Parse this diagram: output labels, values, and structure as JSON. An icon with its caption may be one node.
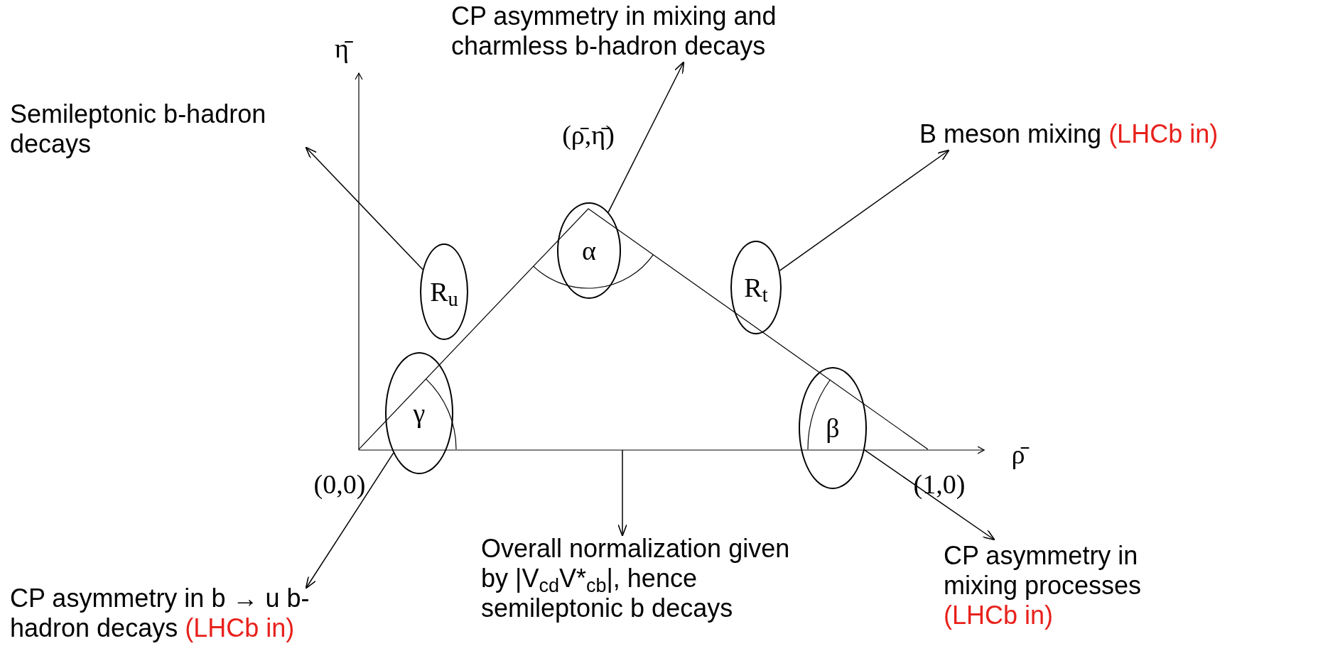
{
  "diagram": {
    "nodes": [
      {
        "text": [
          "CP asymmetry in mixing and charmless b-hadron decays"
        ]
      },
      {
        "text": [
          "Semileptonic b-hadron decays"
        ]
      },
      {
        "text": [
          "B meson mixing",
          "(LHCb in)"
        ]
      },
      {
        "text": [
          "α"
        ]
      },
      {
        "text": [
          "R$_{u}$"
        ]
      },
      {
        "text": [
          "R$_{t}$"
        ]
      },
      {
        "text": [
          "γ"
        ]
      },
      {
        "text": [
          "β"
        ]
      },
      {
        "text": [
          "Overall normalization given by  |V$_{cd}$V*$_{cb}$|, hence semileptonic b decays"
        ]
      },
      {
        "text": [
          "CP asymmetry in b → u b-hadron decays",
          "(LHCb in)"
        ]
      },
      {
        "text": [
          "CP asymmetry in mixing processes",
          "(LHCb in)"
        ]
      }
    ],
    "edges": [
      {
        "from": 4,
        "to": 1,
        "arrow": "to"
      },
      {
        "from": 3,
        "to": 0,
        "arrow": "to"
      },
      {
        "from": 5,
        "to": 2,
        "arrow": "to"
      },
      {
        "from": 6,
        "to": 9,
        "arrow": "to"
      },
      {
        "from": 7,
        "to": 10,
        "arrow": "to"
      },
      {
        "from": null,
        "to": 8,
        "arrow": "to"
      }
    ],
    "labels": [
      "η̄",
      "(ρ̄,η̄)",
      "ρ̄",
      "(0,0)",
      "(1,0)"
    ]
  }
}
